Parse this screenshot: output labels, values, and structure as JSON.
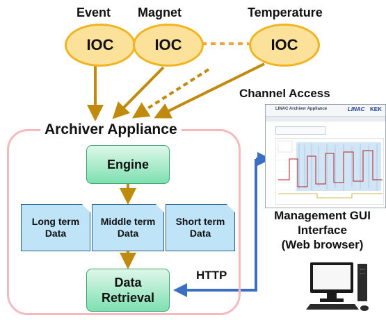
{
  "iocs": [
    {
      "name": "Event",
      "label": "IOC"
    },
    {
      "name": "Magnet",
      "label": "IOC"
    },
    {
      "name": "Temperature",
      "label": "IOC"
    }
  ],
  "channel_access": "Channel Access",
  "archiver": {
    "title": "Archiver Appliance",
    "engine": "Engine",
    "storage": [
      {
        "line1": "Long term",
        "line2": "Data"
      },
      {
        "line1": "Middle term",
        "line2": "Data"
      },
      {
        "line1": "Short term",
        "line2": "Data"
      }
    ],
    "retrieval": {
      "line1": "Data",
      "line2": "Retrieval"
    }
  },
  "http": "HTTP",
  "gui": {
    "line1": "Management GUI",
    "line2": "Interface",
    "line3": "(Web browser)",
    "screenshot_title": "LINAC Archiver Appliance",
    "screenshot_logo": "LINAC",
    "screenshot_logo2": "KEK"
  },
  "colors": {
    "arrow": "#c08a0c",
    "ioc_fill": "#fbe199",
    "ioc_border": "#f2b320",
    "container_border": "#f6b9bd",
    "http_arrow": "#3a6fc4"
  }
}
